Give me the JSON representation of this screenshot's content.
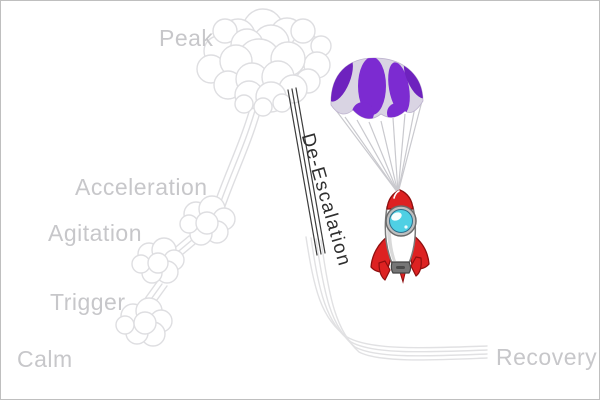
{
  "diagram": {
    "phase_labels": {
      "calm": "Calm",
      "trigger": "Trigger",
      "agitation": "Agitation",
      "acceleration": "Acceleration",
      "peak": "Peak",
      "de_escalation": "De-Escalation",
      "recovery": "Recovery"
    },
    "icons": [
      {
        "name": "smoke-cloud-icon",
        "meaning": "puff clouds marking escalation stages"
      },
      {
        "name": "parachute-icon",
        "meaning": "purple and white parachute"
      },
      {
        "name": "rocket-icon",
        "meaning": "red and white cartoon rocket descending"
      }
    ],
    "colors": {
      "label_gray": "#c7c7ca",
      "de_escalation_text": "#2f2f2f",
      "path_light_gray": "#e0e0e3",
      "path_dark": "#3c3c3c",
      "cloud_outline": "#dedee1",
      "parachute_purple": "#7c2bd1",
      "parachute_purple_dark": "#6e22be",
      "parachute_lavender": "#d9d4e3",
      "rocket_red": "#dd2222",
      "rocket_red_dark": "#8f0f0f",
      "rocket_window_cyan": "#4fd0e4",
      "rocket_body_white": "#ffffff"
    }
  }
}
